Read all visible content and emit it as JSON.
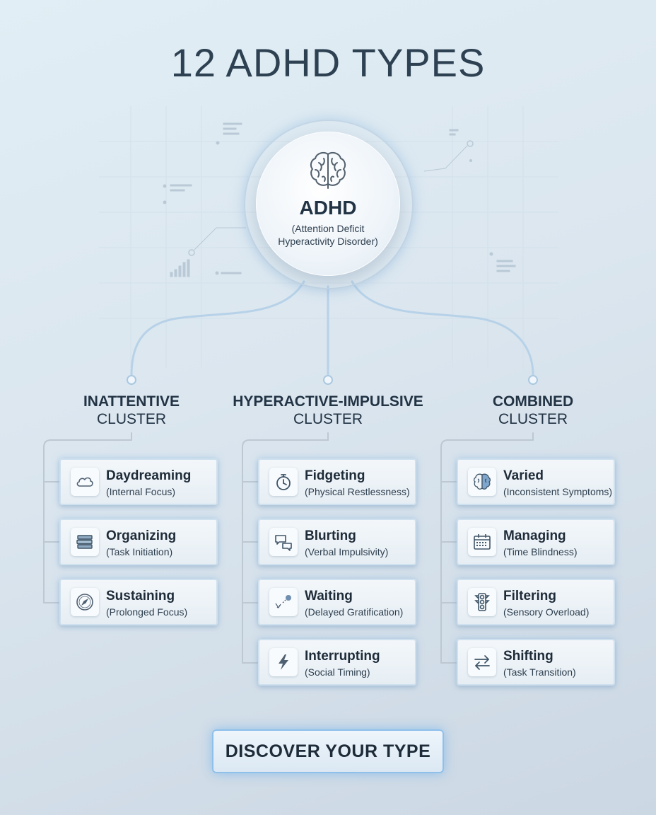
{
  "title": "12 ADHD TYPES",
  "hub": {
    "name": "ADHD",
    "subtitle_line1": "(Attention Deficit",
    "subtitle_line2": "Hyperactivity Disorder)",
    "icon": "brain-icon"
  },
  "clusters": [
    {
      "line1": "INATTENTIVE",
      "line2": "CLUSTER",
      "types": [
        {
          "title": "Daydreaming",
          "sub": "(Internal Focus)",
          "icon": "cloud-icon"
        },
        {
          "title": "Organizing",
          "sub": "(Task Initiation)",
          "icon": "stack-icon"
        },
        {
          "title": "Sustaining",
          "sub": "(Prolonged Focus)",
          "icon": "compass-icon"
        }
      ]
    },
    {
      "line1": "HYPERACTIVE-IMPULSIVE",
      "line2": "CLUSTER",
      "types": [
        {
          "title": "Fidgeting",
          "sub": "(Physical Restlessness)",
          "icon": "stopwatch-icon"
        },
        {
          "title": "Blurting",
          "sub": "(Verbal Impulsivity)",
          "icon": "speech-bubbles-icon"
        },
        {
          "title": "Waiting",
          "sub": "(Delayed Gratification)",
          "icon": "trajectory-icon"
        },
        {
          "title": "Interrupting",
          "sub": "(Social Timing)",
          "icon": "lightning-icon"
        }
      ]
    },
    {
      "line1": "COMBINED",
      "line2": "CLUSTER",
      "types": [
        {
          "title": "Varied",
          "sub": "(Inconsistent Symptoms)",
          "icon": "brain-icon"
        },
        {
          "title": "Managing",
          "sub": "(Time Blindness)",
          "icon": "calendar-icon"
        },
        {
          "title": "Filtering",
          "sub": "(Sensory Overload)",
          "icon": "traffic-light-icon"
        },
        {
          "title": "Shifting",
          "sub": "(Task Transition)",
          "icon": "swap-arrows-icon"
        }
      ]
    }
  ],
  "cta_label": "DISCOVER YOUR TYPE",
  "colors": {
    "accent": "#8fc0ea",
    "line": "#bcd3e6",
    "text": "#1e2b38"
  }
}
